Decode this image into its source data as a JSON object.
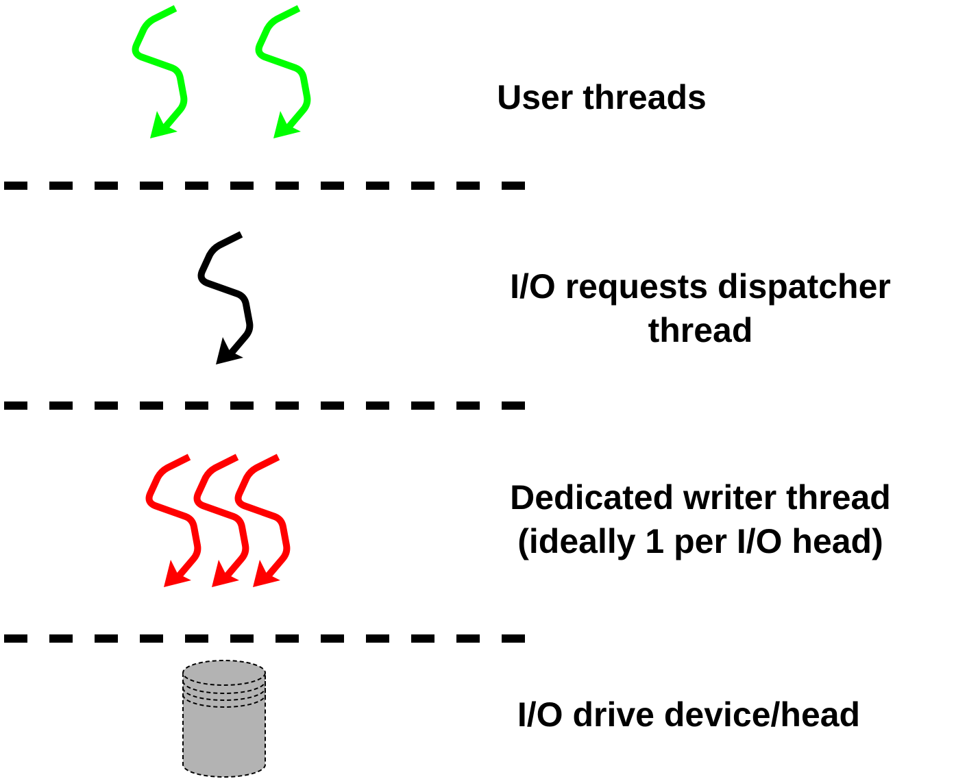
{
  "layers": [
    {
      "id": "user",
      "label_lines": [
        "User threads"
      ],
      "thread_count": 2,
      "thread_color": "#00ff00"
    },
    {
      "id": "dispatcher",
      "label_lines": [
        "I/O requests dispatcher",
        "thread"
      ],
      "thread_count": 1,
      "thread_color": "#000000"
    },
    {
      "id": "writer",
      "label_lines": [
        "Dedicated writer thread",
        "(ideally 1 per I/O head)"
      ],
      "thread_count": 3,
      "thread_color": "#ff0000"
    },
    {
      "id": "device",
      "label_lines": [
        "I/O drive device/head"
      ],
      "device_icon": "disk-cylinder-icon",
      "device_color": "#b3b3b3"
    }
  ],
  "separator_style": "dashed",
  "separator_color": "#000000"
}
